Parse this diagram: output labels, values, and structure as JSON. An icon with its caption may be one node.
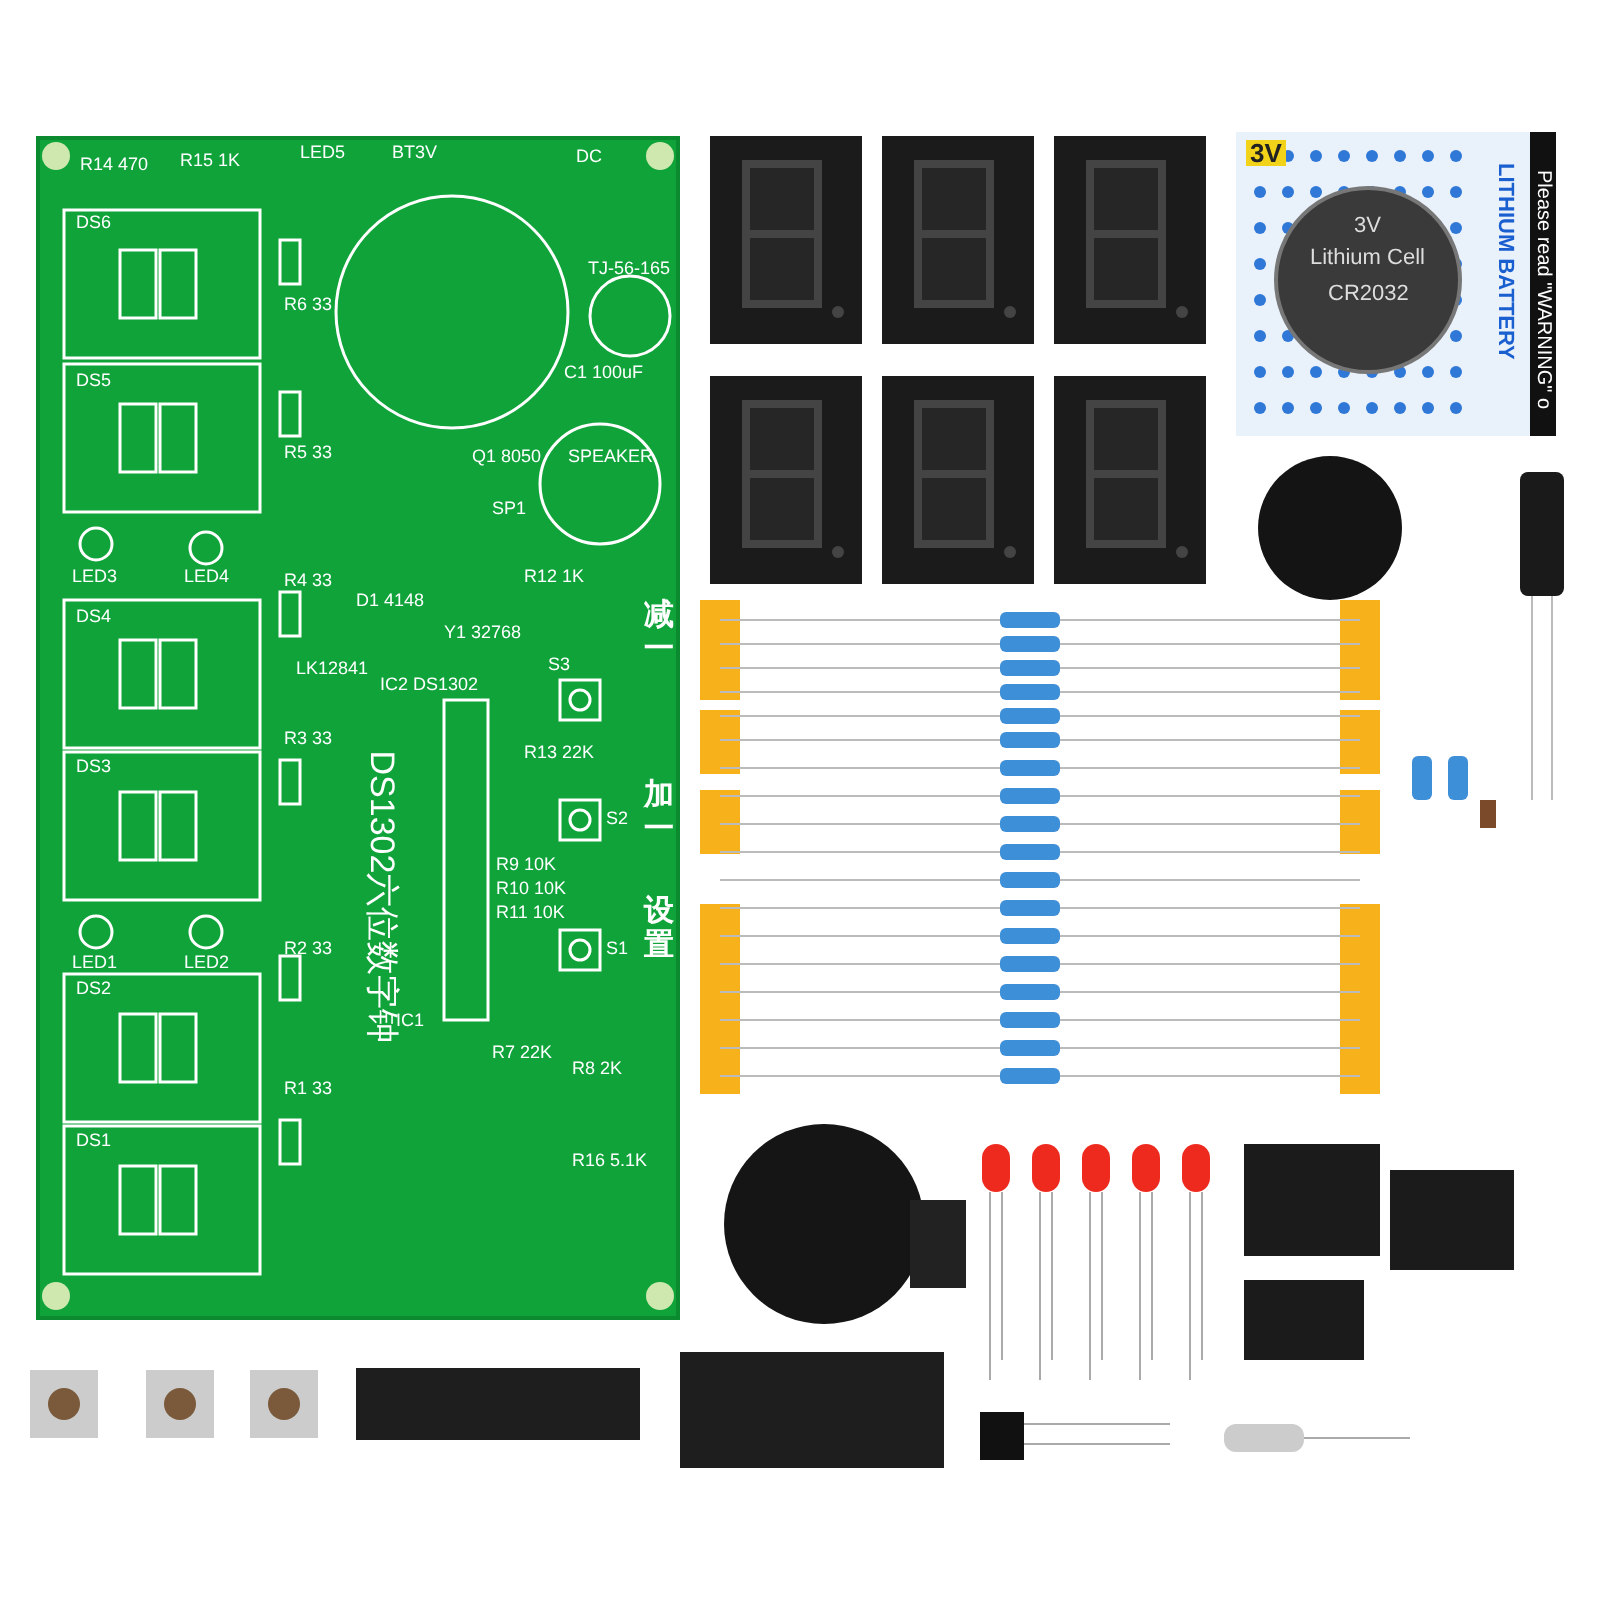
{
  "diagram": {
    "labels": [
      "R14 470",
      "R15 1K",
      "LED5",
      "BT3V",
      "DC",
      "TJ-56-165",
      "DS6",
      "R6 33",
      "DS5",
      "R5 33",
      "C1 100uF",
      "Q1 8050",
      "SP1",
      "SPEAKER",
      "LED3",
      "LED4",
      "R4 33",
      "D1 4148",
      "R12 1K",
      "Y1 32768",
      "S3",
      "减一",
      "DS4",
      "LK12841",
      "R3 33",
      "DS3",
      "R13 22K",
      "IC2 DS1302",
      "R9 10K",
      "R10 10K",
      "R11 10K",
      "S2",
      "加一",
      "LED1",
      "LED2",
      "R2 33",
      "DS2",
      "IC1",
      "S1",
      "设置",
      "R7 22K",
      "DS1",
      "R1 33",
      "R8 2K",
      "R16 5.1K",
      "DS1302六位数字钟",
      "3V",
      "LITHIUM BATTERY",
      "Please read \"WARNING\" o",
      "3V",
      "Lithium Cell",
      "CR2032"
    ]
  }
}
